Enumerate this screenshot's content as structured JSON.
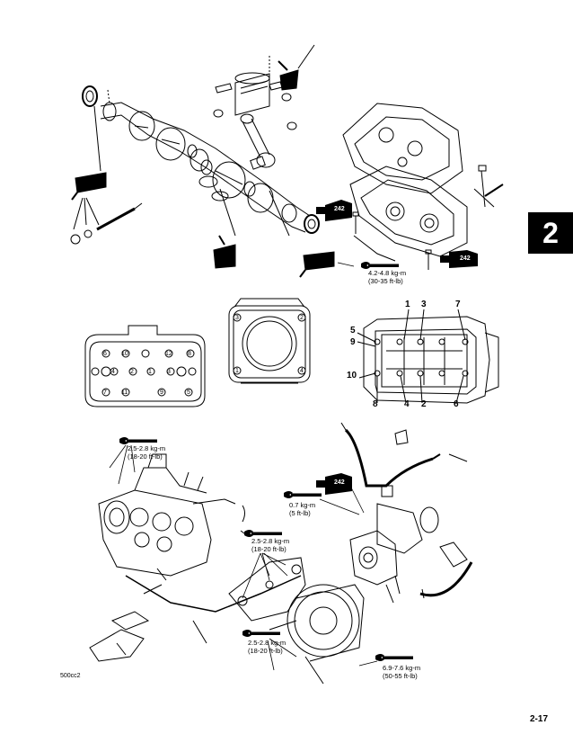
{
  "section_tab": "2",
  "page_number": "2-17",
  "figure_code": "500cc2",
  "torque_specs": [
    {
      "value": "4.2-4.8 kg-m",
      "imperial": "(30-35 ft-lb)"
    },
    {
      "value": "2.5-2.8 kg-m",
      "imperial": "(18-20 ft-lb)"
    },
    {
      "value": "0.7 kg-m",
      "imperial": "(5 ft-lb)"
    },
    {
      "value": "2.5-2.8 kg-m",
      "imperial": "(18-20 ft-lb)"
    },
    {
      "value": "2.5-2.8 kg-m",
      "imperial": "(18-20 ft-lb)"
    },
    {
      "value": "6.9-7.6 kg-m",
      "imperial": "(50-55 ft-lb)"
    }
  ],
  "loctite_labels": [
    "242",
    "242",
    "242"
  ],
  "crankcase_sequence": {
    "top": [
      "1",
      "3",
      "7"
    ],
    "left": [
      "5",
      "9",
      "10"
    ],
    "bottom": [
      "8",
      "4",
      "2",
      "6"
    ]
  },
  "head_sequence": [
    "6",
    "10",
    "12",
    "8",
    "4",
    "2",
    "1",
    "3",
    "7",
    "11",
    "9",
    "5"
  ],
  "cylinder_sequence": [
    "3",
    "2",
    "1",
    "4"
  ]
}
